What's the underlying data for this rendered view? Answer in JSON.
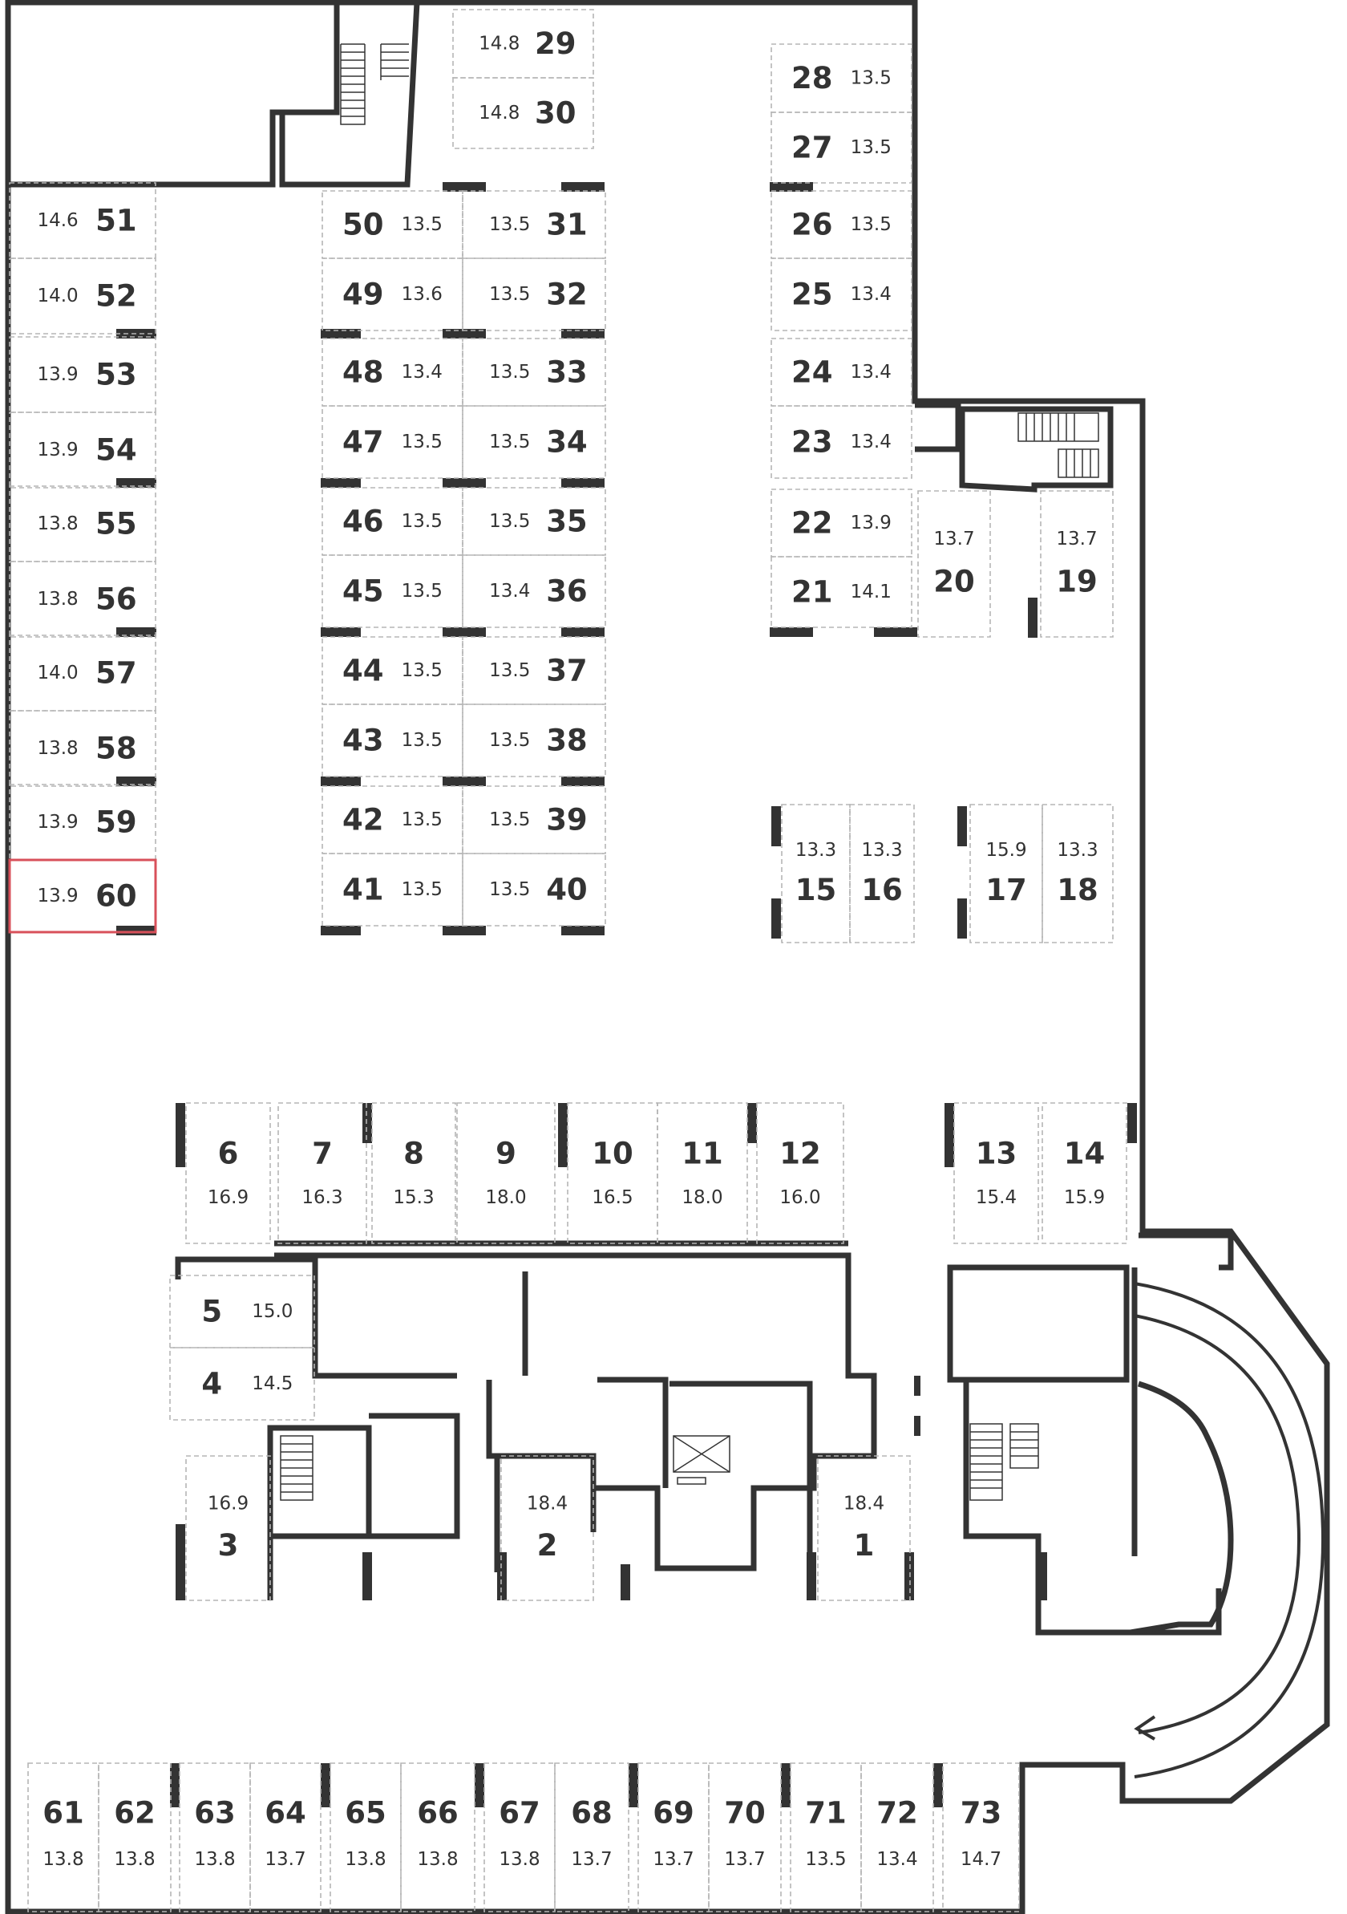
{
  "colors": {
    "wall": "#333333",
    "slot_border": "#b5b5b5",
    "selected": "#d8505a",
    "background": "#ffffff"
  },
  "selected_space": "60",
  "spaces": [
    {
      "id": "1",
      "area": "18.4"
    },
    {
      "id": "2",
      "area": "18.4"
    },
    {
      "id": "3",
      "area": "16.9"
    },
    {
      "id": "4",
      "area": "14.5"
    },
    {
      "id": "5",
      "area": "15.0"
    },
    {
      "id": "6",
      "area": "16.9"
    },
    {
      "id": "7",
      "area": "16.3"
    },
    {
      "id": "8",
      "area": "15.3"
    },
    {
      "id": "9",
      "area": "18.0"
    },
    {
      "id": "10",
      "area": "16.5"
    },
    {
      "id": "11",
      "area": "18.0"
    },
    {
      "id": "12",
      "area": "16.0"
    },
    {
      "id": "13",
      "area": "15.4"
    },
    {
      "id": "14",
      "area": "15.9"
    },
    {
      "id": "15",
      "area": "13.3"
    },
    {
      "id": "16",
      "area": "13.3"
    },
    {
      "id": "17",
      "area": "15.9"
    },
    {
      "id": "18",
      "area": "13.3"
    },
    {
      "id": "19",
      "area": "13.7"
    },
    {
      "id": "20",
      "area": "13.7"
    },
    {
      "id": "21",
      "area": "14.1"
    },
    {
      "id": "22",
      "area": "13.9"
    },
    {
      "id": "23",
      "area": "13.4"
    },
    {
      "id": "24",
      "area": "13.4"
    },
    {
      "id": "25",
      "area": "13.4"
    },
    {
      "id": "26",
      "area": "13.5"
    },
    {
      "id": "27",
      "area": "13.5"
    },
    {
      "id": "28",
      "area": "13.5"
    },
    {
      "id": "29",
      "area": "14.8"
    },
    {
      "id": "30",
      "area": "14.8"
    },
    {
      "id": "31",
      "area": "13.5"
    },
    {
      "id": "32",
      "area": "13.5"
    },
    {
      "id": "33",
      "area": "13.5"
    },
    {
      "id": "34",
      "area": "13.5"
    },
    {
      "id": "35",
      "area": "13.5"
    },
    {
      "id": "36",
      "area": "13.4"
    },
    {
      "id": "37",
      "area": "13.5"
    },
    {
      "id": "38",
      "area": "13.5"
    },
    {
      "id": "39",
      "area": "13.5"
    },
    {
      "id": "40",
      "area": "13.5"
    },
    {
      "id": "41",
      "area": "13.5"
    },
    {
      "id": "42",
      "area": "13.5"
    },
    {
      "id": "43",
      "area": "13.5"
    },
    {
      "id": "44",
      "area": "13.5"
    },
    {
      "id": "45",
      "area": "13.5"
    },
    {
      "id": "46",
      "area": "13.5"
    },
    {
      "id": "47",
      "area": "13.5"
    },
    {
      "id": "48",
      "area": "13.4"
    },
    {
      "id": "49",
      "area": "13.6"
    },
    {
      "id": "50",
      "area": "13.5"
    },
    {
      "id": "51",
      "area": "14.6"
    },
    {
      "id": "52",
      "area": "14.0"
    },
    {
      "id": "53",
      "area": "13.9"
    },
    {
      "id": "54",
      "area": "13.9"
    },
    {
      "id": "55",
      "area": "13.8"
    },
    {
      "id": "56",
      "area": "13.8"
    },
    {
      "id": "57",
      "area": "14.0"
    },
    {
      "id": "58",
      "area": "13.8"
    },
    {
      "id": "59",
      "area": "13.9"
    },
    {
      "id": "60",
      "area": "13.9"
    },
    {
      "id": "61",
      "area": "13.8"
    },
    {
      "id": "62",
      "area": "13.8"
    },
    {
      "id": "63",
      "area": "13.8"
    },
    {
      "id": "64",
      "area": "13.7"
    },
    {
      "id": "65",
      "area": "13.8"
    },
    {
      "id": "66",
      "area": "13.8"
    },
    {
      "id": "67",
      "area": "13.8"
    },
    {
      "id": "68",
      "area": "13.7"
    },
    {
      "id": "69",
      "area": "13.7"
    },
    {
      "id": "70",
      "area": "13.7"
    },
    {
      "id": "71",
      "area": "13.5"
    },
    {
      "id": "72",
      "area": "13.4"
    },
    {
      "id": "73",
      "area": "14.7"
    }
  ]
}
